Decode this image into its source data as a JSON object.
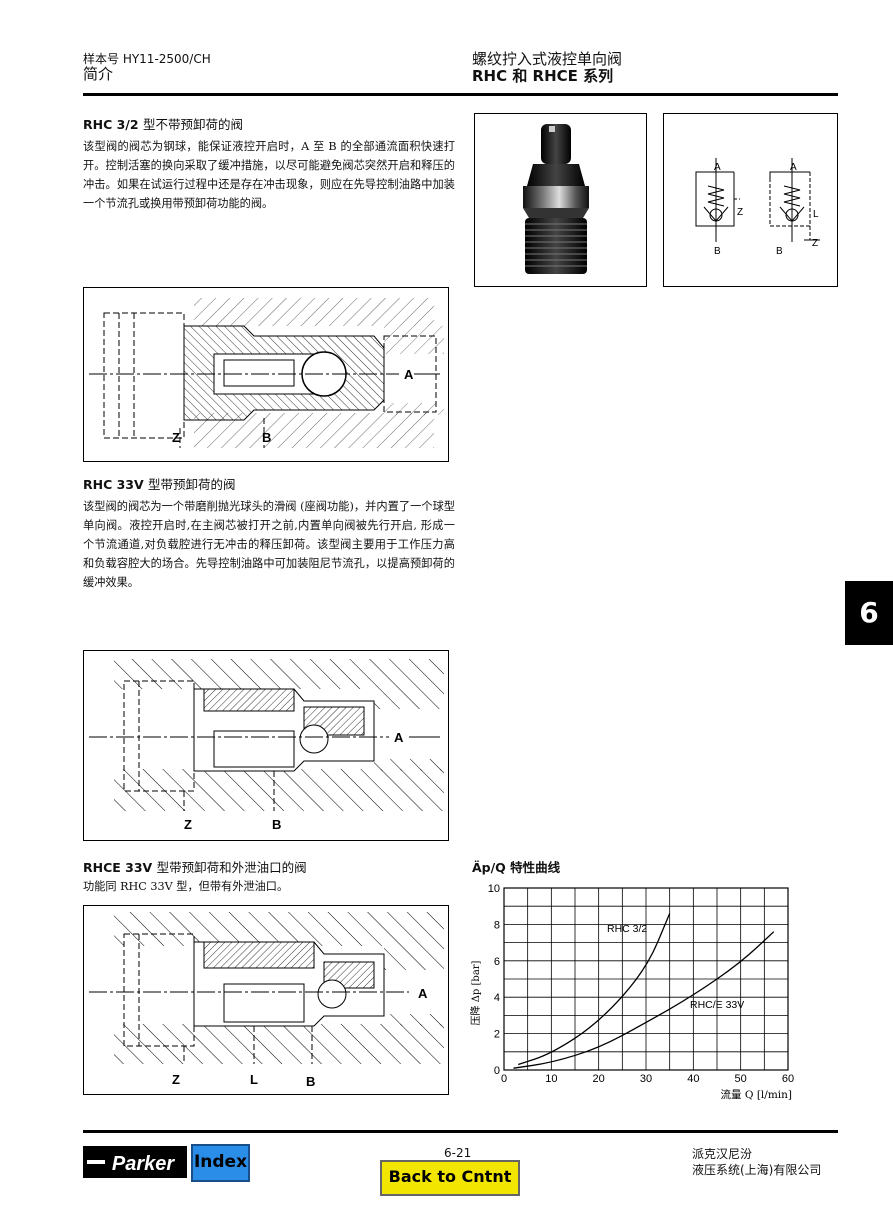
{
  "header": {
    "catalog_no": "样本号 HY11-2500/CH",
    "section": "简介",
    "product_title": "螺纹拧入式液控单向阀",
    "series": "RHC 和 RHCE 系列"
  },
  "sections": {
    "rhc32": {
      "title_code": "RHC 3/2",
      "title_cn": "型不带预卸荷的阀",
      "body": "该型阀的阀芯为钢球，能保证液控开启时，A 至 B 的全部通流面积快速打开。控制活塞的换向采取了缓冲措施，以尽可能避免阀芯突然开启和释压的冲击。如果在试运行过程中还是存在冲击现象，则应在先导控制油路中加装一个节流孔或换用带预卸荷功能的阀。"
    },
    "rhc33v": {
      "title_code": "RHC 33V",
      "title_cn": "型带预卸荷的阀",
      "body": "该型阀的阀芯为一个带磨削抛光球头的滑阀 (座阀功能)，并内置了一个球型单向阀。液控开启时,在主阀芯被打开之前,内置单向阀被先行开启, 形成一个节流通道,对负载腔进行无冲击的释压卸荷。该型阀主要用于工作压力高和负载容腔大的场合。先导控制油路中可加装阻尼节流孔，以提高预卸荷的缓冲效果。"
    },
    "rhce33v": {
      "title_code": "RHCE 33V",
      "title_cn": "型带预卸荷和外泄油口的阀",
      "body": "功能同 RHC 33V 型，但带有外泄油口。"
    }
  },
  "drawings": {
    "d1": {
      "label_a": "A",
      "label_z": "Z",
      "label_b": "B"
    },
    "d2": {
      "label_a": "A",
      "label_z": "Z",
      "label_b": "B"
    },
    "d3": {
      "label_a": "A",
      "label_z": "Z",
      "label_l": "L",
      "label_b": "B"
    },
    "symbols": {
      "s1_a": "A",
      "s1_z": "Z",
      "s1_b": "B",
      "s2_a": "A",
      "s2_l": "L",
      "s2_b": "B",
      "s2_z": "Z"
    }
  },
  "chart_title": "Äp/Q 特性曲线",
  "chart_data": {
    "type": "line",
    "title": "Äp/Q 特性曲线",
    "xlabel": "流量 Q [l/min]",
    "ylabel": "压降 Δp [bar]",
    "xlim": [
      0,
      60
    ],
    "ylim": [
      0,
      10
    ],
    "xticks": [
      0,
      10,
      20,
      30,
      40,
      50,
      60
    ],
    "yticks": [
      0,
      2,
      4,
      6,
      8,
      10
    ],
    "grid": true,
    "series": [
      {
        "name": "RHC 3/2",
        "x": [
          3,
          10,
          20,
          30,
          35
        ],
        "y": [
          0.3,
          0.9,
          2.6,
          5.5,
          8.6
        ]
      },
      {
        "name": "RHC/E 33V",
        "x": [
          2,
          10,
          20,
          30,
          40,
          50,
          57
        ],
        "y": [
          0.1,
          0.4,
          1.2,
          2.6,
          4.1,
          5.9,
          7.6
        ]
      }
    ]
  },
  "footer": {
    "brand": "Parker",
    "index_label": "Index",
    "page_number": "6-21",
    "back_label": "Back to Cntnt",
    "company_line1": "派克汉尼汾",
    "company_line2": "液压系统(上海)有限公司"
  },
  "side_tab": "6"
}
